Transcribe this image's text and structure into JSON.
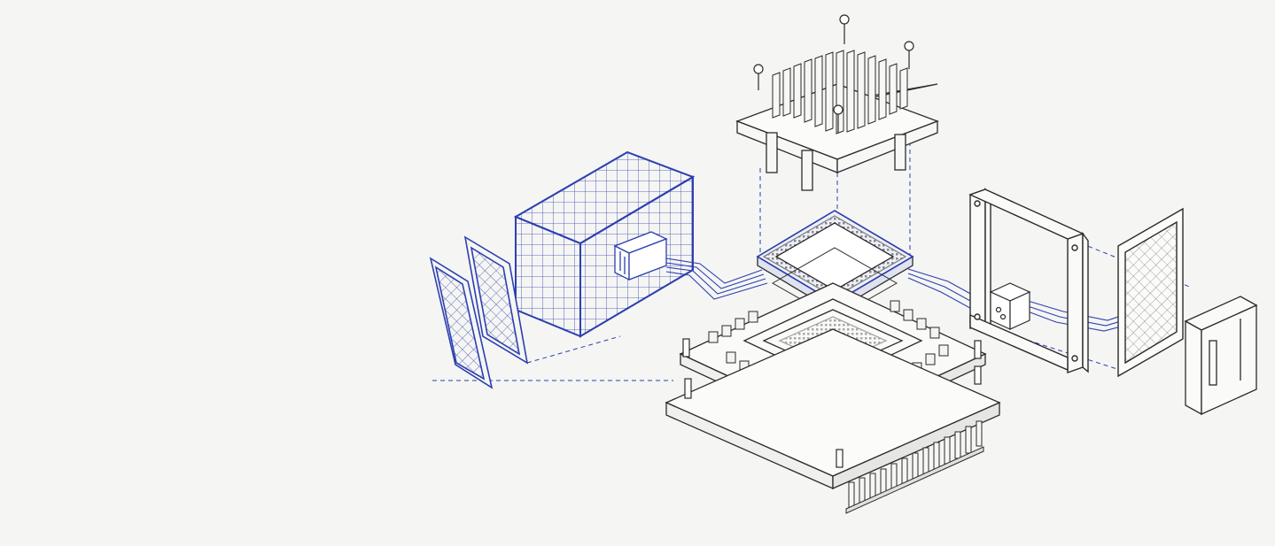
{
  "diagram": {
    "style": "isometric-exploded-line-drawing",
    "colors": {
      "paper": "#f5f5f3",
      "ink": "#2b2b2b",
      "ink_light": "#8a8a8a",
      "blue": "#2c3fb0",
      "blue_light": "#6b7bd6"
    },
    "components": [
      {
        "id": "heatsink",
        "icon": "finned-heatsink"
      },
      {
        "id": "chip",
        "icon": "processor-chip"
      },
      {
        "id": "motherboard",
        "icon": "circuit-board"
      },
      {
        "id": "bottom-heatsink",
        "icon": "finned-heatsink"
      },
      {
        "id": "wire-mesh-cage",
        "icon": "mesh-enclosure"
      },
      {
        "id": "mesh-panels-left",
        "icon": "mesh-panel"
      },
      {
        "id": "frame-right",
        "icon": "rectangular-frame"
      },
      {
        "id": "mesh-panel-right",
        "icon": "mesh-panel"
      },
      {
        "id": "connector-module",
        "icon": "connector-block"
      }
    ]
  }
}
